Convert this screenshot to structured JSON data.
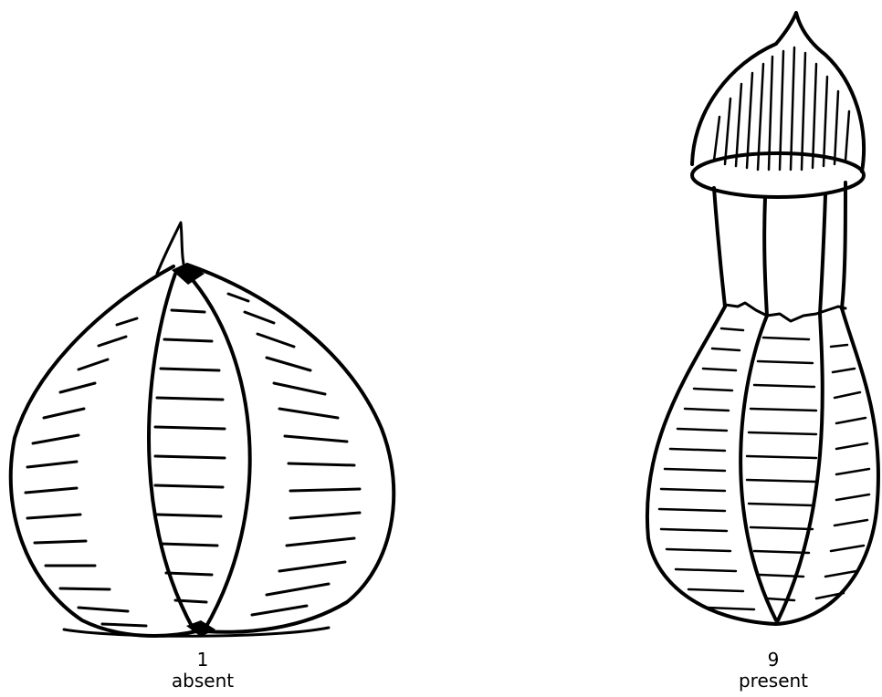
{
  "figures": [
    {
      "number": "1",
      "label": "absent"
    },
    {
      "number": "9",
      "label": "present"
    }
  ],
  "colors": {
    "ink": "#000000",
    "paper": "#ffffff"
  }
}
